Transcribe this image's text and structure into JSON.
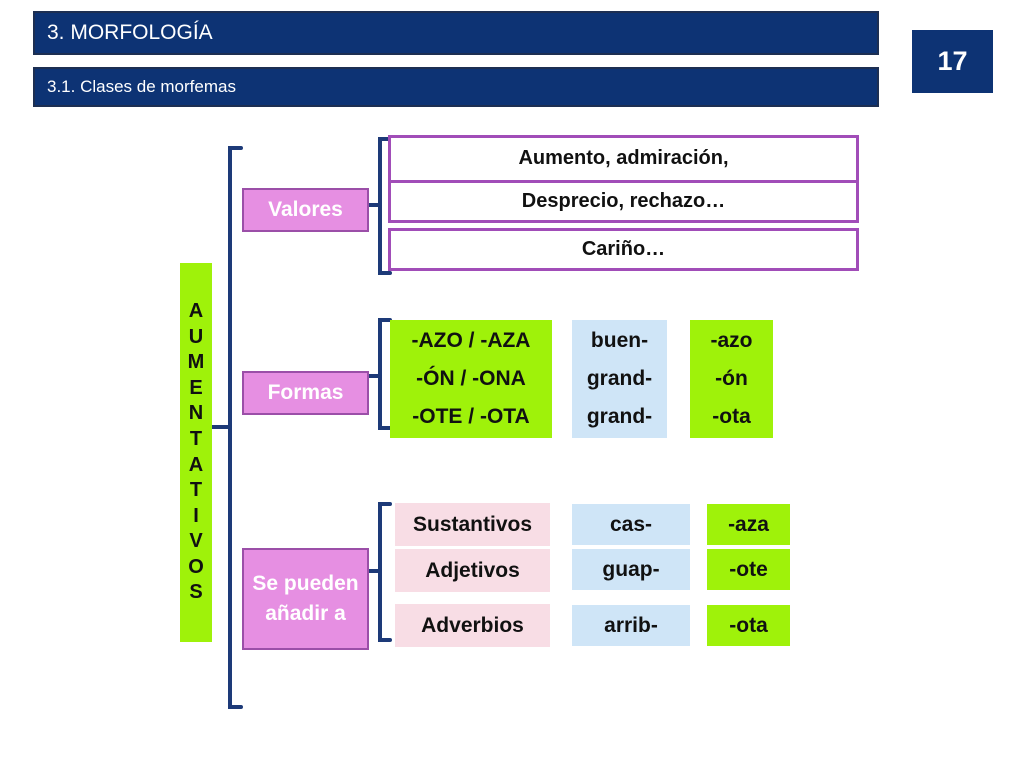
{
  "header": {
    "title": "3. MORFOLOGÍA",
    "subtitle": "3.1. Clases de morfemas",
    "page_number": "17"
  },
  "vertical_label": [
    "A",
    "U",
    "M",
    "E",
    "N",
    "T",
    "A",
    "T",
    "I",
    "V",
    "O",
    "S"
  ],
  "branches": {
    "valores": {
      "label": "Valores",
      "items": [
        "Aumento, admiración,",
        "Desprecio, rechazo…",
        "Cariño…"
      ]
    },
    "formas": {
      "label": "Formas",
      "suffixes": [
        "-AZO / -AZA",
        "-ÓN / -ONA",
        "-OTE / -OTA"
      ],
      "roots": [
        "buen-",
        "grand-",
        "grand-"
      ],
      "endings": [
        "-azo",
        "-ón",
        "-ota"
      ]
    },
    "anadir": {
      "label": "Se pueden añadir a",
      "categories": [
        "Sustantivos",
        "Adjetivos",
        "Adverbios"
      ],
      "roots": [
        "cas-",
        "guap-",
        "arrib-"
      ],
      "endings": [
        "-aza",
        "-ote",
        "-ota"
      ]
    }
  },
  "colors": {
    "header_bg": "#0d3374",
    "label_green": "#9ff20a",
    "branch_pink": "#e68fe2",
    "box_border_purple": "#a14db8",
    "root_blue": "#cfe5f7",
    "category_pink": "#f8dde5",
    "bracket_navy": "#1d3a78"
  }
}
